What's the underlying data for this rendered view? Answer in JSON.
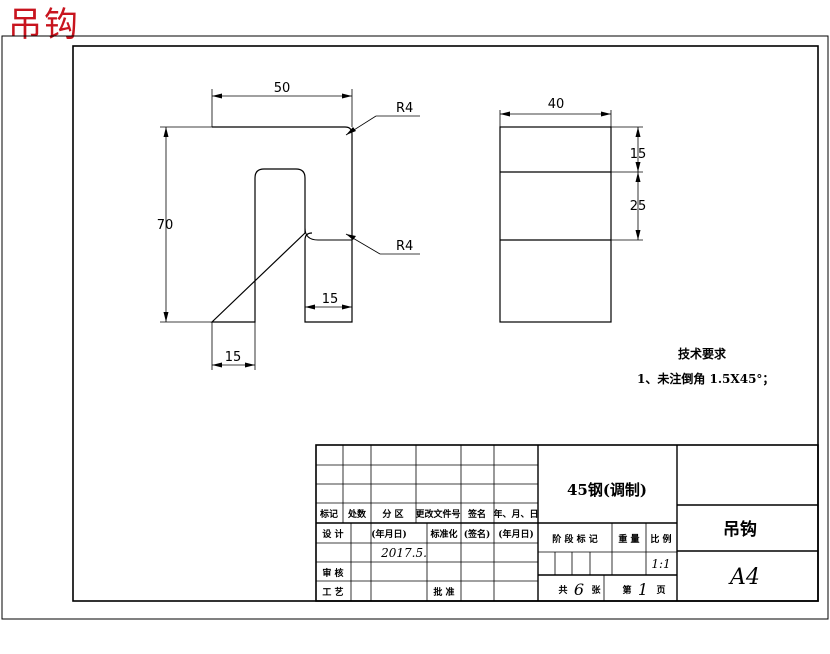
{
  "header": {
    "title": "吊钩"
  },
  "front_view": {
    "width_dim": "50",
    "height_dim": "70",
    "slot_width_dim": "15",
    "left_width_dim": "15",
    "radius_top": "R4",
    "radius_inner": "R4"
  },
  "side_view": {
    "width_dim": "40",
    "dim_top": "15",
    "dim_mid": "25"
  },
  "notes": {
    "title": "技术要求",
    "line1": "1、未注倒角 1.5X45°；"
  },
  "title_block": {
    "material": "45钢(调制)",
    "part_name": "吊钩",
    "sheet_size": "A4",
    "labels": {
      "mark": "标记",
      "count": "处数",
      "zone": "分 区",
      "change_doc": "更改文件号",
      "signature": "签名",
      "date": "年、月、日",
      "design": "设 计",
      "ymd1": "(年月日)",
      "standardize": "标准化",
      "sign2": "(签名)",
      "ymd2": "(年月日)",
      "review": "审 核",
      "process": "工 艺",
      "approve": "批 准",
      "stage_mark": "阶 段 标 记",
      "weight": "重 量",
      "scale": "比 例"
    },
    "design_date": "2017.5.",
    "scale_value": "1:1",
    "total_prefix": "共",
    "total_sheets": "6",
    "total_suffix": "张",
    "page_prefix": "第",
    "page_number": "1",
    "page_suffix": "页"
  }
}
